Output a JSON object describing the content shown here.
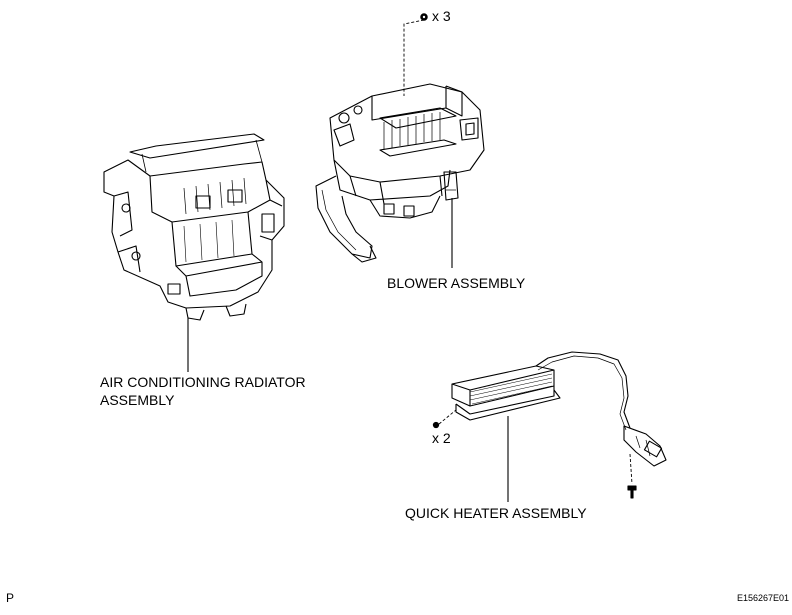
{
  "labels": {
    "blower_qty": "x 3",
    "blower": "BLOWER ASSEMBLY",
    "radiator_line1": "AIR CONDITIONING RADIATOR",
    "radiator_line2": "ASSEMBLY",
    "heater_qty": "x 2",
    "heater": "QUICK HEATER ASSEMBLY"
  },
  "footer": {
    "left_code": "P",
    "figure_id": "E156267E01"
  }
}
